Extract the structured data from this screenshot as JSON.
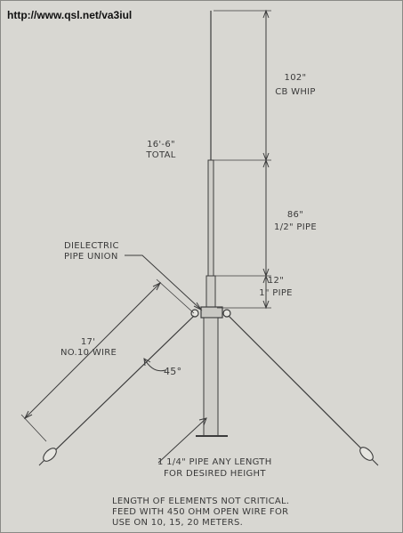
{
  "watermark_url": "http://www.qsl.net/va3iul",
  "labels": {
    "whip_length": "102\"",
    "whip_name": "CB WHIP",
    "total_length": "16'-6\"",
    "total_word": "TOTAL",
    "pipe_half_length": "86\"",
    "pipe_half_name": "1/2\" PIPE",
    "dielectric_line1": "DIELECTRIC",
    "dielectric_line2": "PIPE UNION",
    "pipe_one_length": "12\"",
    "pipe_one_name": "1\" PIPE",
    "wire_length": "17'",
    "wire_name": "NO.10 WIRE",
    "angle": "45°",
    "mast_line1": "1 1/4\" PIPE ANY LENGTH",
    "mast_line2": "FOR DESIRED HEIGHT"
  },
  "note": {
    "line1": "LENGTH OF ELEMENTS NOT CRITICAL.",
    "line2": "FEED WITH 450 OHM OPEN WIRE FOR",
    "line3": "USE ON 10, 15, 20 METERS."
  },
  "colors": {
    "paper": "#d8d7d2",
    "ink": "#3c3c3c"
  }
}
